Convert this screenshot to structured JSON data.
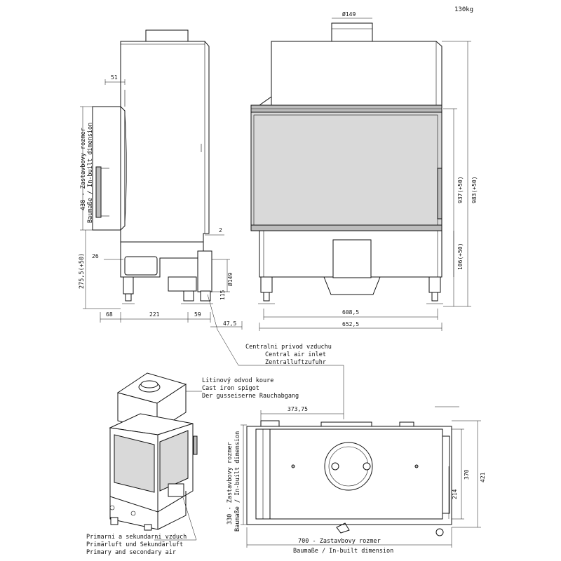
{
  "weight": "130kg",
  "side_view": {
    "dim_top": "51",
    "dim_height_label": "438 - Zastavbovy rozmer",
    "dim_height_label_2": "Baumaße / In-built dimension",
    "dim_bottom_left": "275,5(+50)",
    "dim_small": "26",
    "dim_gap": "2",
    "dim_flue_dia": "Ø149",
    "dim_flue_height": "115",
    "dim_b1": "68",
    "dim_b2": "221",
    "dim_b3": "59",
    "dim_offset": "47,5"
  },
  "front_view": {
    "dim_top_dia": "Ø149",
    "dim_h_inner": "937(+50)",
    "dim_h_total": "983(+50)",
    "dim_h_base": "106(+50)",
    "dim_w_inner": "608,5",
    "dim_w_total": "652,5"
  },
  "callouts": {
    "air_inlet": [
      "Centralni privod vzduchu",
      "Central air inlet",
      "Zentralluftzufuhr"
    ],
    "spigot": [
      "Litinový odvod koure",
      "Cast iron spigot",
      "Der gusseiserne Rauchabgang"
    ],
    "primary_air": [
      "Primarni a sekundarni vzduch",
      "Primärluft und Sekundärluft",
      "Primary and secondary air"
    ]
  },
  "plan_view": {
    "dim_offset_top": "373,75",
    "dim_370": "370",
    "dim_421": "421",
    "dim_214": "214",
    "dim_330_label": "330 - Zastavbovy rozmer",
    "dim_330_label_2": "Baumaße / In-built dimension",
    "dim_700_label": "700 - Zastavbovy rozmer",
    "dim_700_label_2": "Baumaße / In-built dimension"
  }
}
